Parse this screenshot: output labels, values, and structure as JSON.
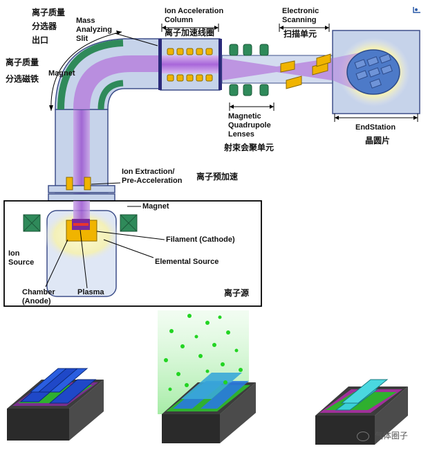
{
  "labels": {
    "mass_slit": "Mass\nAnalyzing\nSlit",
    "ion_accel": "Ion Acceleration\nColumn",
    "electronic_scanning": "Electronic\nScanning",
    "magnet_top": "Magnet",
    "ion_extraction": "Ion Extraction/\nPre-Acceleration",
    "magnet_source": "Magnet",
    "filament": "Filament (Cathode)",
    "elemental": "Elemental Source",
    "ion_source": "Ion\nSource",
    "chamber": "Chamber\n(Anode)",
    "plasma": "Plasma",
    "mag_quad": "Magnetic\nQuadrupole\nLenses",
    "endstation": "EndStation"
  },
  "chinese": {
    "mass_sel": "离子质量\n分选器\n出口",
    "mass_mag": "离子质量\n分选磁铁",
    "accel_col": "离子加速线圈",
    "scan_unit": "扫描单元",
    "pre_accel": "离子预加速",
    "focus_unit": "射束会聚单元",
    "wafer": "晶圆片",
    "ion_src": "离子源"
  },
  "watermark": "气体圈子",
  "corner_icon": "chart-corner-icon"
}
